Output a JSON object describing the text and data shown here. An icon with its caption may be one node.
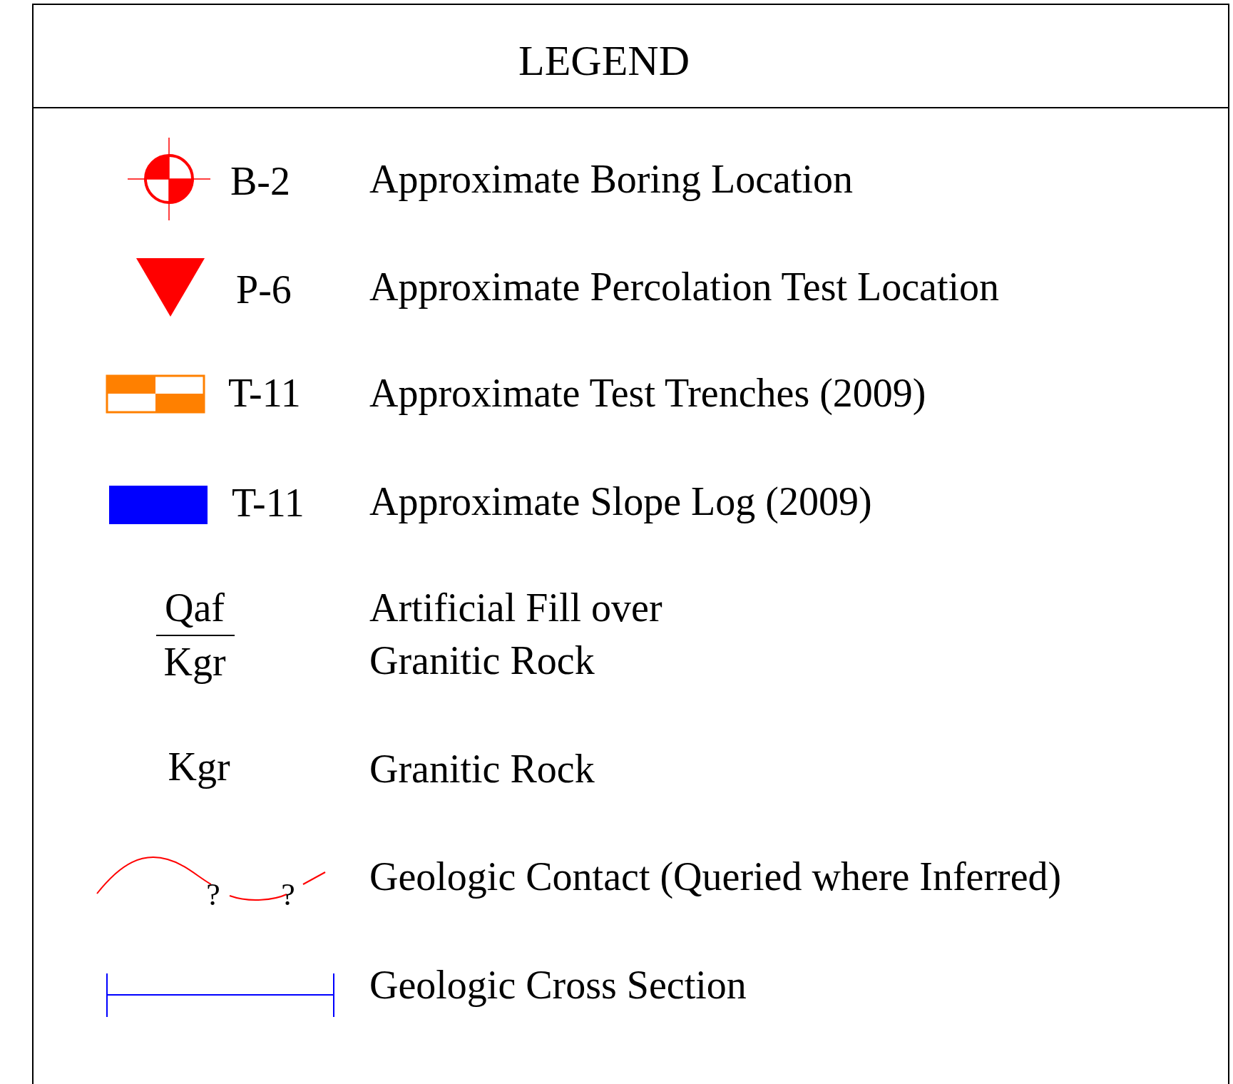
{
  "diagram": {
    "title": "LEGEND",
    "labels": [
      "B-2",
      "P-6",
      "T-11",
      "T-11",
      "Qaf",
      "Kgr",
      "Kgr",
      "?",
      "?"
    ],
    "legend": [
      {
        "text": "Approximate Boring Location"
      },
      {
        "text": "Approximate Percolation Test Location"
      },
      {
        "text": "Approximate Test Trenches (2009)"
      },
      {
        "text": "Approximate Slope Log (2009)",
        "color": "#0000ff"
      },
      {
        "text": "Artificial Fill over Granitic Rock"
      },
      {
        "text": "Granitic Rock"
      },
      {
        "text": "Geologic Contact (Queried where Inferred)"
      },
      {
        "text": "Geologic Cross Section"
      }
    ]
  }
}
